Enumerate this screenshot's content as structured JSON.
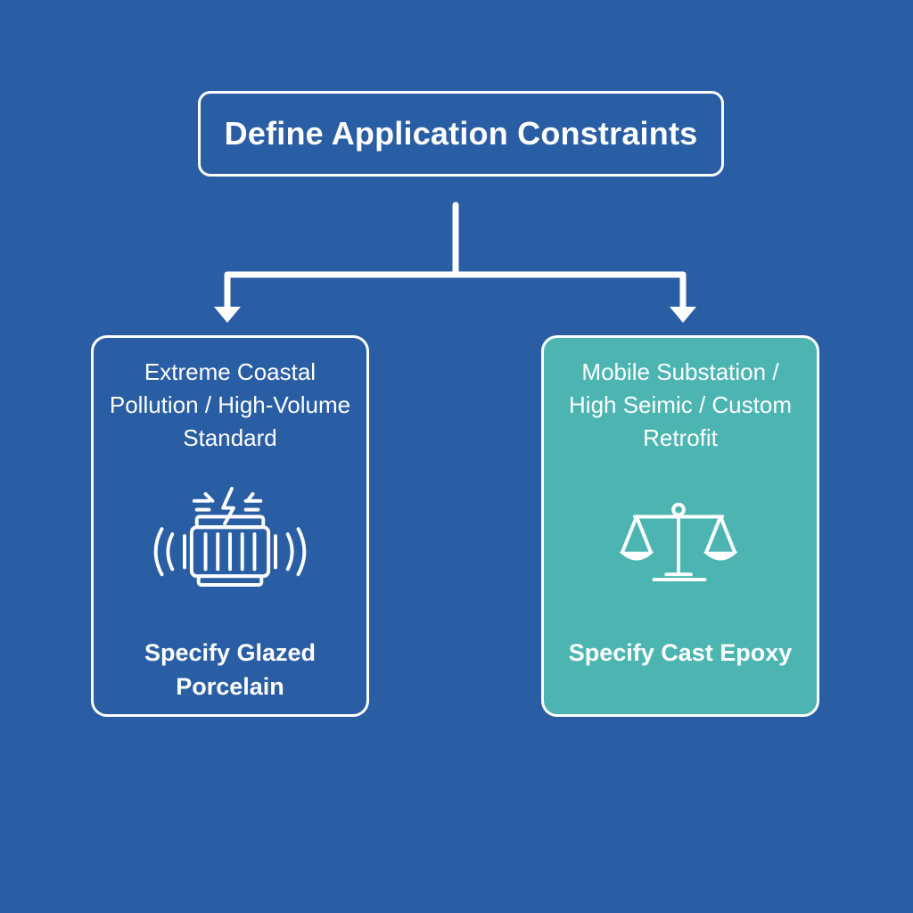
{
  "diagram": {
    "root": {
      "label": "Define Application Constraints"
    },
    "branches": [
      {
        "condition": "Extreme Coastal Pollution / High-Volume Standard",
        "icon": "transformer-icon",
        "result": "Specify Glazed Porcelain",
        "fill_color": "#2a5ea4"
      },
      {
        "condition": "Mobile Substation / High Seimic / Custom Retrofit",
        "icon": "balance-scale-icon",
        "result": "Specify Cast Epoxy",
        "fill_color": "#4cb5b2"
      }
    ]
  },
  "colors": {
    "background": "#2a5ea4",
    "stroke": "#ffffff",
    "accent": "#4cb5b2"
  }
}
